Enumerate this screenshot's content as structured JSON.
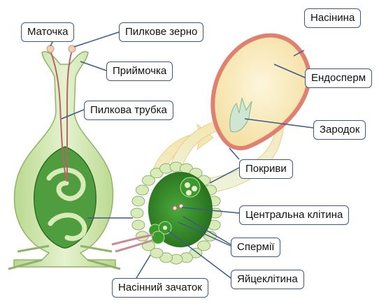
{
  "labels": {
    "pistil": "Маточка",
    "pollen_grain": "Пилкове зерно",
    "stigma": "Приймочка",
    "pollen_tube": "Пилкова трубка",
    "seed": "Насінина",
    "endosperm": "Ендосперм",
    "embryo": "Зародок",
    "integuments": "Покриви",
    "central_cell": "Центральна клітина",
    "sperm_cells": "Спермії",
    "egg_cell": "Яйцеклітина",
    "ovule": "Насінний зачаток"
  },
  "colors": {
    "label_border": "#3a5a8a",
    "pistil_fill": "#d9ebb8",
    "pistil_stroke": "#8fb36a",
    "ovary_dark": "#3f8f3a",
    "ovule_dark": "#2f7d25",
    "seed_coat": "#e08070",
    "seed_fill": "#fbeec3",
    "arrow_fill": "#f6e7b0",
    "pollen_tube": "#b5656a"
  }
}
